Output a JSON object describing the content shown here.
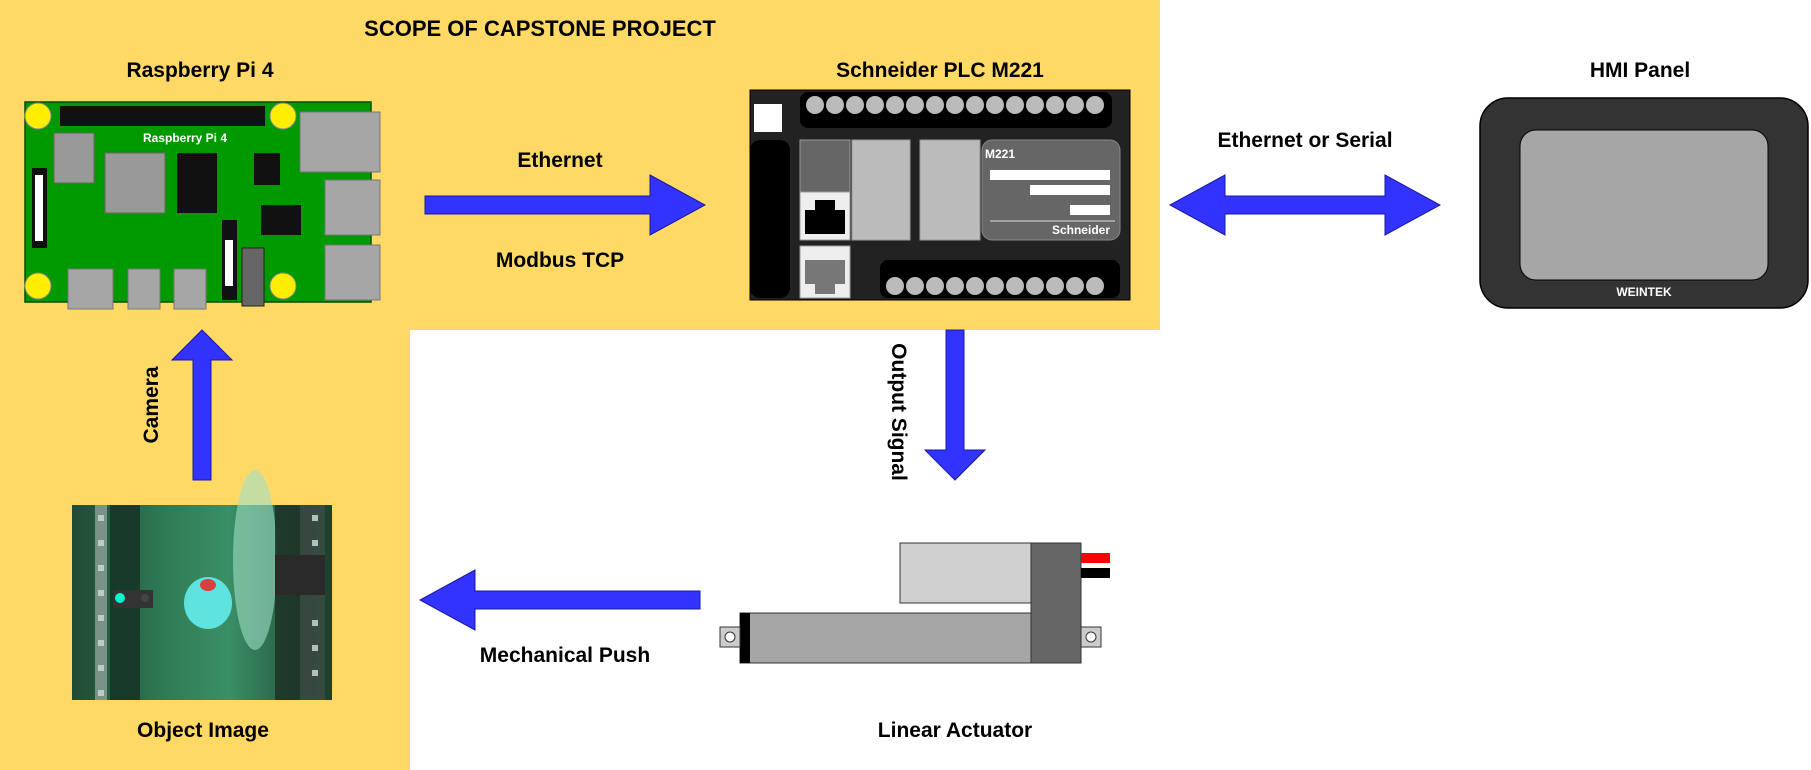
{
  "scope": {
    "title": "SCOPE OF CAPSTONE PROJECT",
    "color": "#ffd966",
    "title_color": "#5a4a00"
  },
  "arrow_color": "#3333ff",
  "nodes": {
    "raspberry_pi": {
      "title": "Raspberry Pi 4",
      "board_label": "Raspberry Pi 4"
    },
    "plc": {
      "title": "Schneider PLC M221",
      "model_label": "M221",
      "brand_label": "Schneider"
    },
    "hmi": {
      "title": "HMI Panel",
      "brand_label": "WEINTEK"
    },
    "object_image": {
      "title": "Object Image"
    },
    "actuator": {
      "title": "Linear Actuator"
    }
  },
  "edges": {
    "pi_to_plc": {
      "label_top": "Ethernet",
      "label_bottom": "Modbus TCP",
      "direction": "one-way"
    },
    "plc_hmi": {
      "label": "Ethernet or Serial",
      "direction": "two-way"
    },
    "plc_to_actuator": {
      "label": "Output Signal",
      "direction": "one-way"
    },
    "actuator_to_object": {
      "label": "Mechanical Push",
      "direction": "one-way"
    },
    "object_to_pi": {
      "label": "Camera",
      "direction": "one-way"
    }
  }
}
